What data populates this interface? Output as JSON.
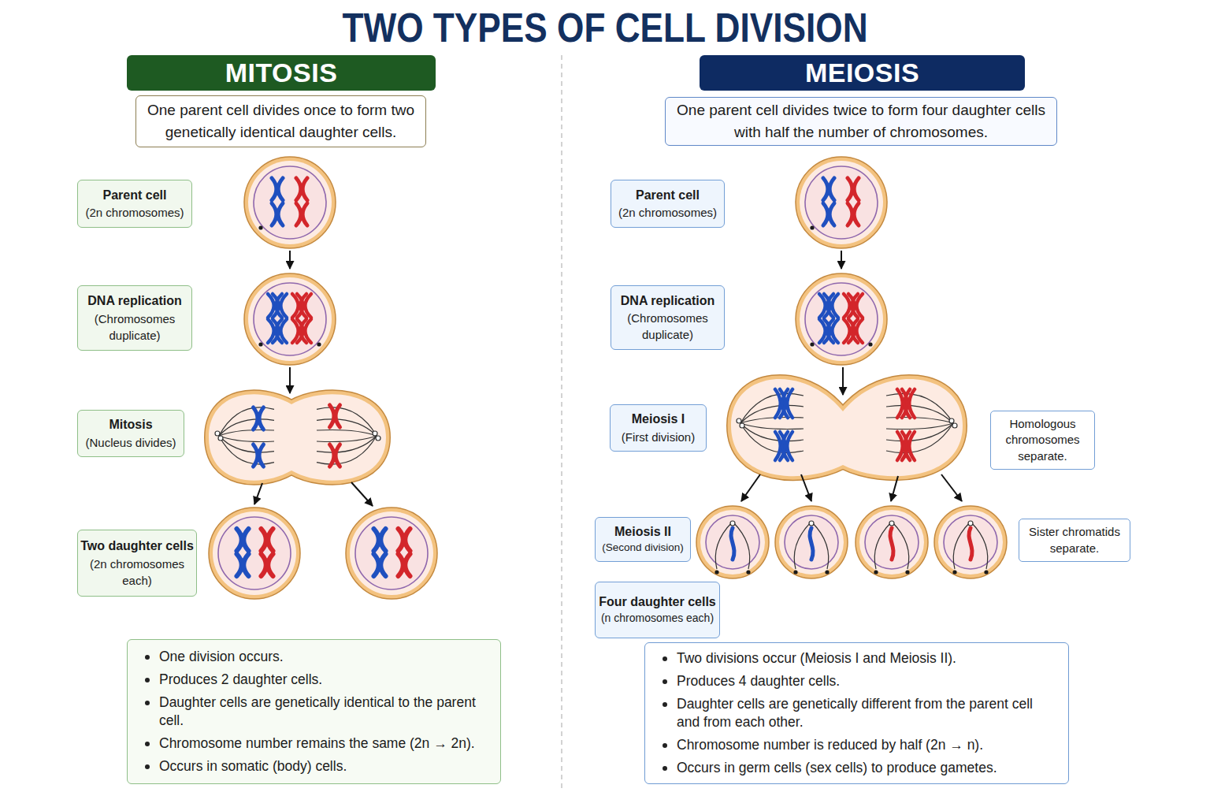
{
  "diagram": {
    "title": "TWO TYPES OF CELL DIVISION",
    "nodes": [
      {
        "text": [
          "MITOSIS"
        ]
      },
      {
        "text": [
          "One parent cell divides once to form two genetically identical daughter cells."
        ]
      },
      {
        "text": [
          "Parent cell",
          "(2n chromosomes)"
        ]
      },
      {
        "text": [
          "DNA replication",
          "(Chromosomes duplicate)"
        ]
      },
      {
        "text": [
          "Mitosis",
          "(Nucleus divides)"
        ]
      },
      {
        "text": [
          "Two daughter cells",
          "(2n chromosomes each)"
        ]
      },
      {
        "text": [
          "One division occurs.",
          "Produces 2 daughter cells.",
          "Daughter cells are genetically identical to the parent cell.",
          "Chromosome number remains the same (2n → 2n).",
          "Occurs in somatic (body) cells."
        ]
      },
      {
        "text": [
          "MEIOSIS"
        ]
      },
      {
        "text": [
          "One parent cell divides twice to form four daughter cells with half the number of chromosomes."
        ]
      },
      {
        "text": [
          "Parent cell",
          "(2n chromosomes)"
        ]
      },
      {
        "text": [
          "DNA replication",
          "(Chromosomes duplicate)"
        ]
      },
      {
        "text": [
          "Meiosis I",
          "(First division)"
        ]
      },
      {
        "text": [
          "Homologous chromosomes separate."
        ]
      },
      {
        "text": [
          "Meiosis II",
          "(Second division)"
        ]
      },
      {
        "text": [
          "Sister chromatids separate."
        ]
      },
      {
        "text": [
          "Four daughter cells",
          "(n chromosomes each)"
        ]
      },
      {
        "text": [
          "Two divisions occur (Meiosis I and Meiosis II).",
          "Produces 4 daughter cells.",
          "Daughter cells are genetically different from the parent cell and from each other.",
          "Chromosome number is reduced by half (2n → n).",
          "Occurs in germ cells (sex cells) to produce gametes."
        ]
      }
    ]
  }
}
